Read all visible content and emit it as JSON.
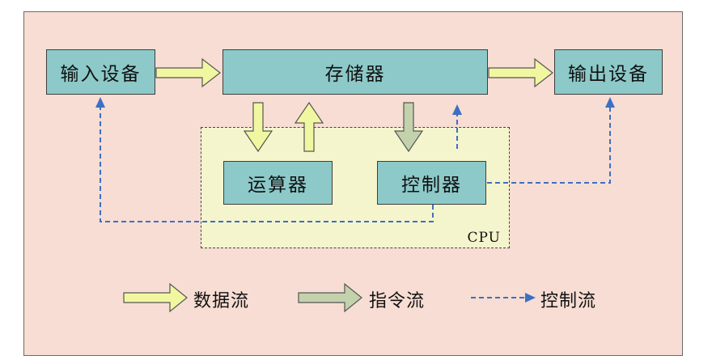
{
  "diagram": {
    "cpu_label": "CPU",
    "nodes": {
      "input": "输入设备",
      "memory": "存储器",
      "output": "输出设备",
      "alu": "运算器",
      "controller": "控制器"
    },
    "legend": {
      "data_flow": "数据流",
      "instruction_flow": "指令流",
      "control_flow": "控制流"
    },
    "colors": {
      "panel_bg": "#f7ddd3",
      "cpu_bg": "#f4f5cc",
      "box_fill": "#8dc9c9",
      "data_arrow": "#f1f7a0",
      "instruction_arrow": "#c3d2ad",
      "control_line": "#3d6fc4"
    }
  }
}
